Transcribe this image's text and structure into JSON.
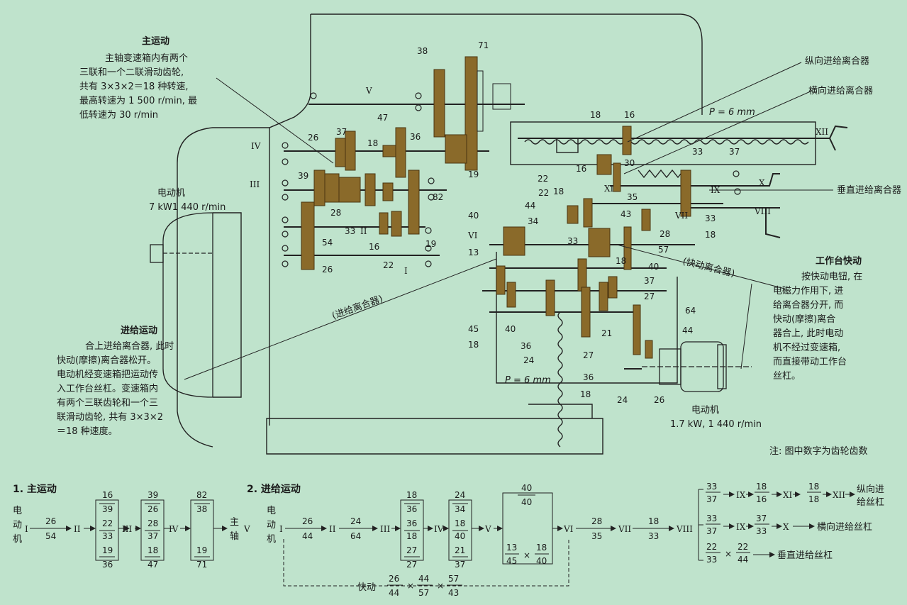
{
  "colors": {
    "background": "#bfe3cc",
    "gear": "#8a6a2a",
    "gear_dark": "#6b4f1c",
    "line": "#222222"
  },
  "callouts": {
    "main_motion": {
      "title": "主运动",
      "lines": [
        "主轴变速箱内有两个",
        "三联和一个二联滑动齿轮,",
        "共有 3×3×2＝18 种转速,",
        "最高转速为 1 500 r/min, 最",
        "低转速为 30 r/min"
      ]
    },
    "feed_motion": {
      "title": "进给运动",
      "lines": [
        "合上进给离合器, 此时",
        "快动(摩擦)离合器松开。",
        "电动机经变速箱把运动传",
        "入工作台丝杠。变速箱内",
        "有两个三联齿轮和一个三",
        "联滑动齿轮, 共有 3×3×2",
        "＝18 种速度。"
      ]
    },
    "rapid_motion": {
      "title": "工作台快动",
      "lines": [
        "按快动电钮, 在",
        "电磁力作用下, 进",
        "给离合器分开, 而",
        "快动(摩擦)离合",
        "器合上, 此时电动",
        "机不经过变速箱,",
        "而直接带动工作台",
        "丝杠。"
      ]
    },
    "main_motor": {
      "title": "电动机",
      "spec": "7 kW1 440 r/min"
    },
    "feed_motor": {
      "title": "电动机",
      "spec": "1.7 kW, 1 440 r/min"
    },
    "longitudinal_clutch": "纵向进给离合器",
    "transverse_clutch": "横向进给离合器",
    "vertical_clutch": "垂直进给离合器",
    "rapid_clutch": "(快动离合器)",
    "feed_clutch": "(进给离合器)",
    "pitch_upper": "P = 6 mm",
    "pitch_lower": "P = 6 mm",
    "note": "注: 图中数字为齿轮齿数"
  },
  "diagram": {
    "gear_numbers": [
      "38",
      "71",
      "47",
      "36",
      "37",
      "26",
      "18",
      "19",
      "39",
      "28",
      "82",
      "33",
      "16",
      "22",
      "19",
      "54",
      "26",
      "18",
      "16",
      "30",
      "33",
      "37",
      "16",
      "22",
      "18",
      "35",
      "44",
      "43",
      "40",
      "34",
      "33",
      "28",
      "57",
      "13",
      "37",
      "40",
      "27",
      "64",
      "44",
      "45",
      "40",
      "18",
      "36",
      "24",
      "21",
      "27",
      "36",
      "18",
      "24",
      "26",
      "22",
      "18",
      "33",
      "18"
    ],
    "roman": [
      "I",
      "II",
      "III",
      "IV",
      "V",
      "VI",
      "VII",
      "VIII",
      "IX",
      "X",
      "XI",
      "XII"
    ]
  },
  "formulas": {
    "main": {
      "title": "1. 主运动",
      "motor": [
        "电",
        "动",
        "机"
      ],
      "shaft_I": "I",
      "r1": {
        "num": "26",
        "den": "54"
      },
      "shaft_II": "II",
      "box1": [
        "16",
        "39",
        "22",
        "33",
        "19",
        "36"
      ],
      "shaft_III": "III",
      "box2": [
        "39",
        "26",
        "28",
        "37",
        "18",
        "47"
      ],
      "shaft_IV": "IV",
      "box3": [
        "82",
        "38",
        "19",
        "71"
      ],
      "spindle": [
        "主",
        "轴"
      ],
      "shaft_V": "V"
    },
    "feed": {
      "title": "2. 进给运动",
      "motor": [
        "电",
        "动",
        "机"
      ],
      "shaft_I": "I",
      "r1": {
        "num": "26",
        "den": "44"
      },
      "shaft_II": "II",
      "r2": {
        "num": "24",
        "den": "64"
      },
      "shaft_III": "III",
      "box1": [
        "18",
        "36",
        "36",
        "18",
        "27",
        "27"
      ],
      "shaft_IV": "IV",
      "box2": [
        "24",
        "34",
        "18",
        "40",
        "21",
        "37"
      ],
      "shaft_V": "V",
      "box3_top": {
        "num": "40",
        "den": "40"
      },
      "box3_bottom": {
        "a_num": "13",
        "a_den": "45",
        "times": "×",
        "b_num": "18",
        "b_den": "40"
      },
      "shaft_VI": "VI",
      "r3": {
        "num": "28",
        "den": "35"
      },
      "shaft_VII": "VII",
      "r4": {
        "num": "18",
        "den": "33"
      },
      "shaft_VIII": "VIII",
      "branch1": {
        "r1": {
          "num": "33",
          "den": "37"
        },
        "s1": "IX",
        "r2": {
          "num": "18",
          "den": "16"
        },
        "s2": "XI",
        "r3": {
          "num": "18",
          "den": "18"
        },
        "s3": "XII",
        "label": "纵向进",
        "label2": "给丝杠"
      },
      "branch2": {
        "r1": {
          "num": "33",
          "den": "37"
        },
        "s1": "IX",
        "r2": {
          "num": "37",
          "den": "33"
        },
        "s2": "X",
        "label": "横向进给丝杠"
      },
      "branch3": {
        "r1": {
          "num": "22",
          "den": "33"
        },
        "times": "×",
        "r2": {
          "num": "22",
          "den": "44"
        },
        "label": "垂直进给丝杠"
      },
      "rapid": {
        "label": "快动",
        "a": {
          "num": "26",
          "den": "44"
        },
        "b": {
          "num": "44",
          "den": "57"
        },
        "c": {
          "num": "57",
          "den": "43"
        },
        "times": "×"
      }
    }
  }
}
